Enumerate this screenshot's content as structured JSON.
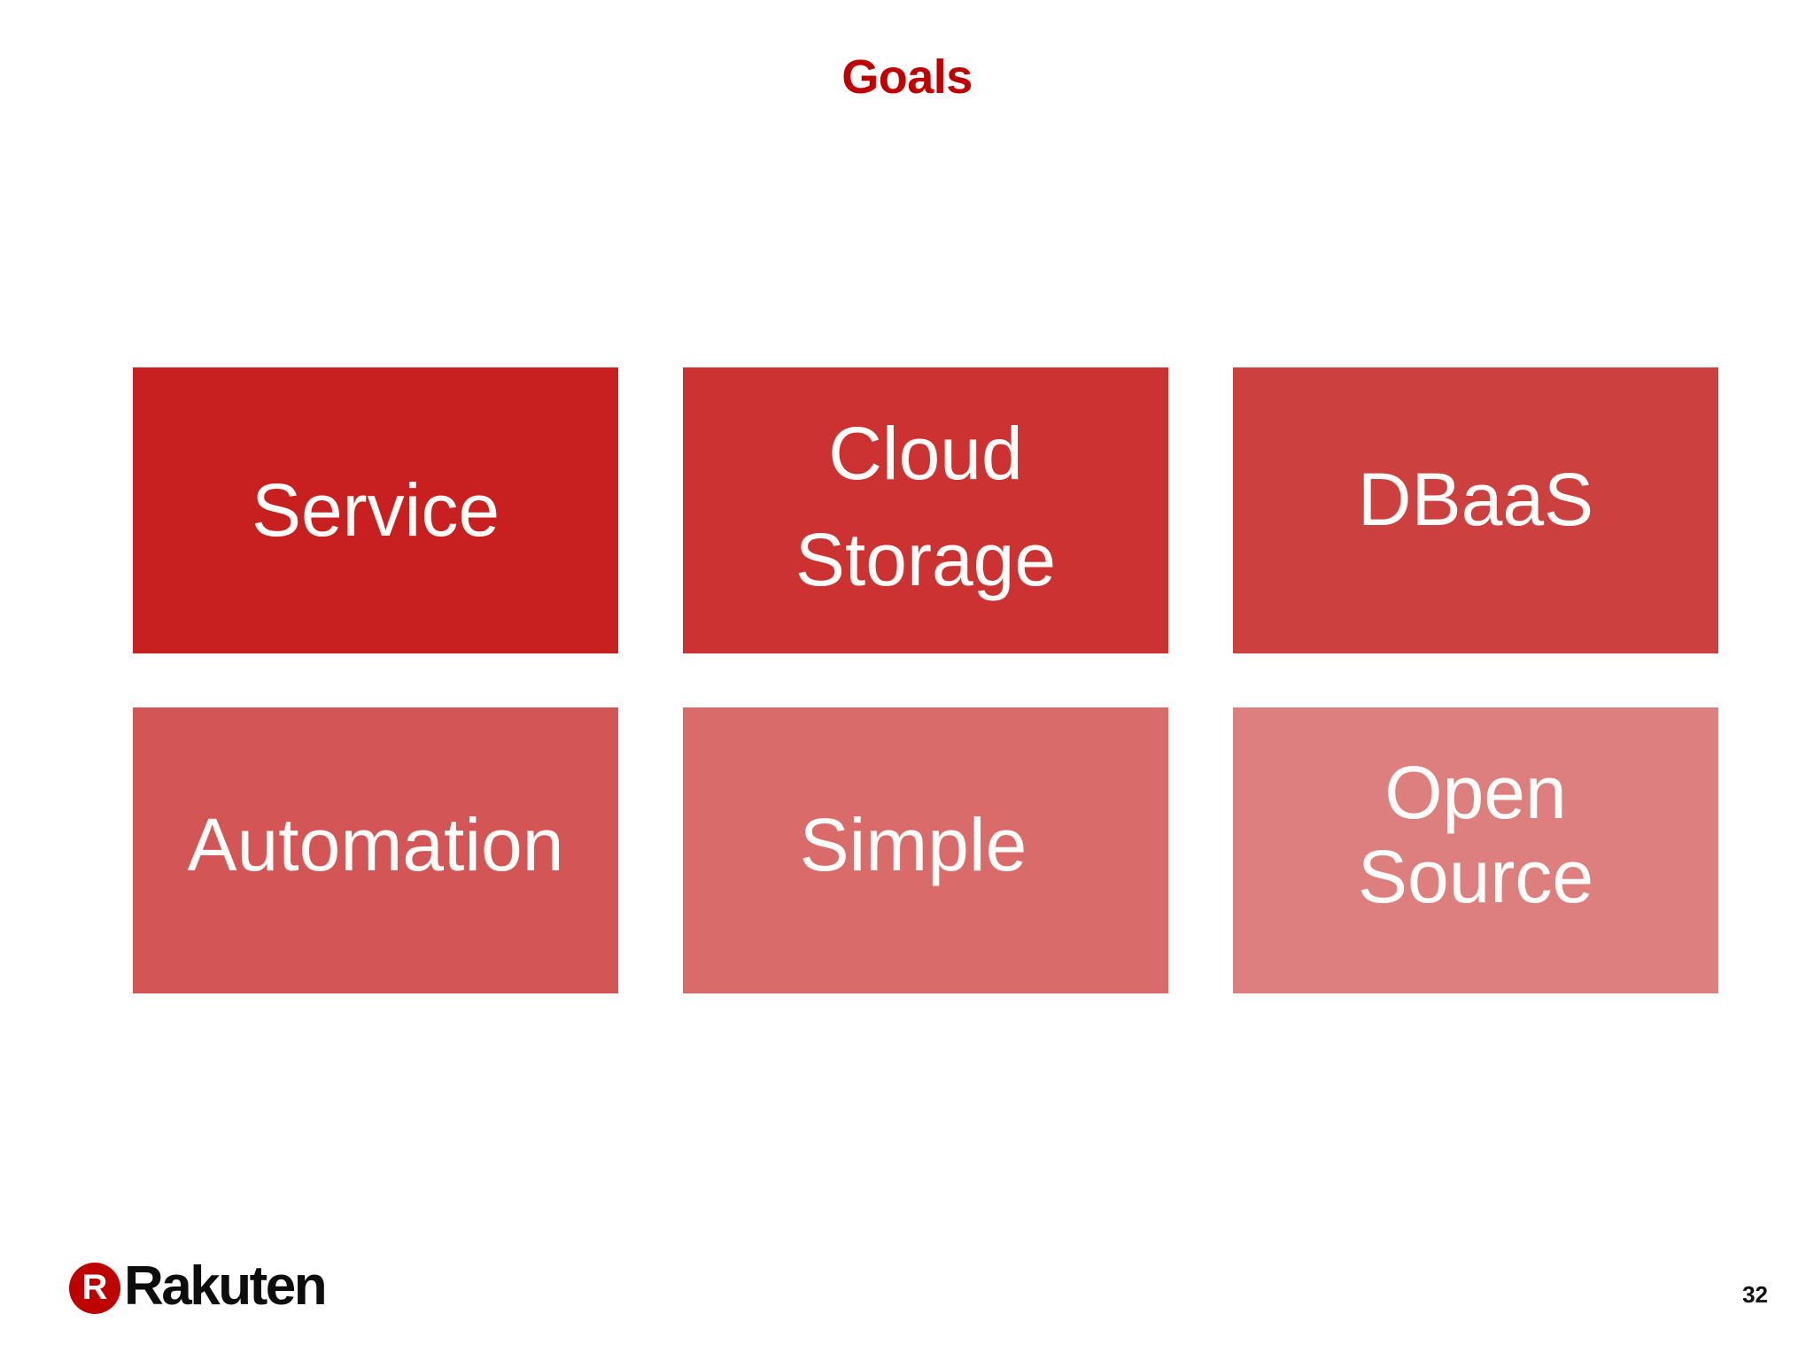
{
  "slide": {
    "title": "Goals",
    "title_color": "#C00000",
    "background_color": "#FFFFFF",
    "page_number": "32"
  },
  "goals": [
    {
      "label": "Service",
      "color": "#C81F20",
      "text_color": "#FFFDFA"
    },
    {
      "label": "Cloud\nStorage",
      "color": "#CC3232",
      "text_color": "#FFFDFA"
    },
    {
      "label": "DBaaS",
      "color": "#CC4040",
      "text_color": "#FFFDFA"
    },
    {
      "label": "Automation",
      "color": "#D35555",
      "text_color": "#FFFDFA"
    },
    {
      "label": "Simple",
      "color": "#D96B6B",
      "text_color": "#FFFDFA"
    },
    {
      "label": "Open\nSource",
      "color": "#DE7F7F",
      "text_color": "#FFFDFA"
    }
  ],
  "logo": {
    "mark_letter": "R",
    "wordmark": "Rakuten",
    "mark_color": "#BF0000",
    "wordmark_color": "#0D0D0D"
  }
}
